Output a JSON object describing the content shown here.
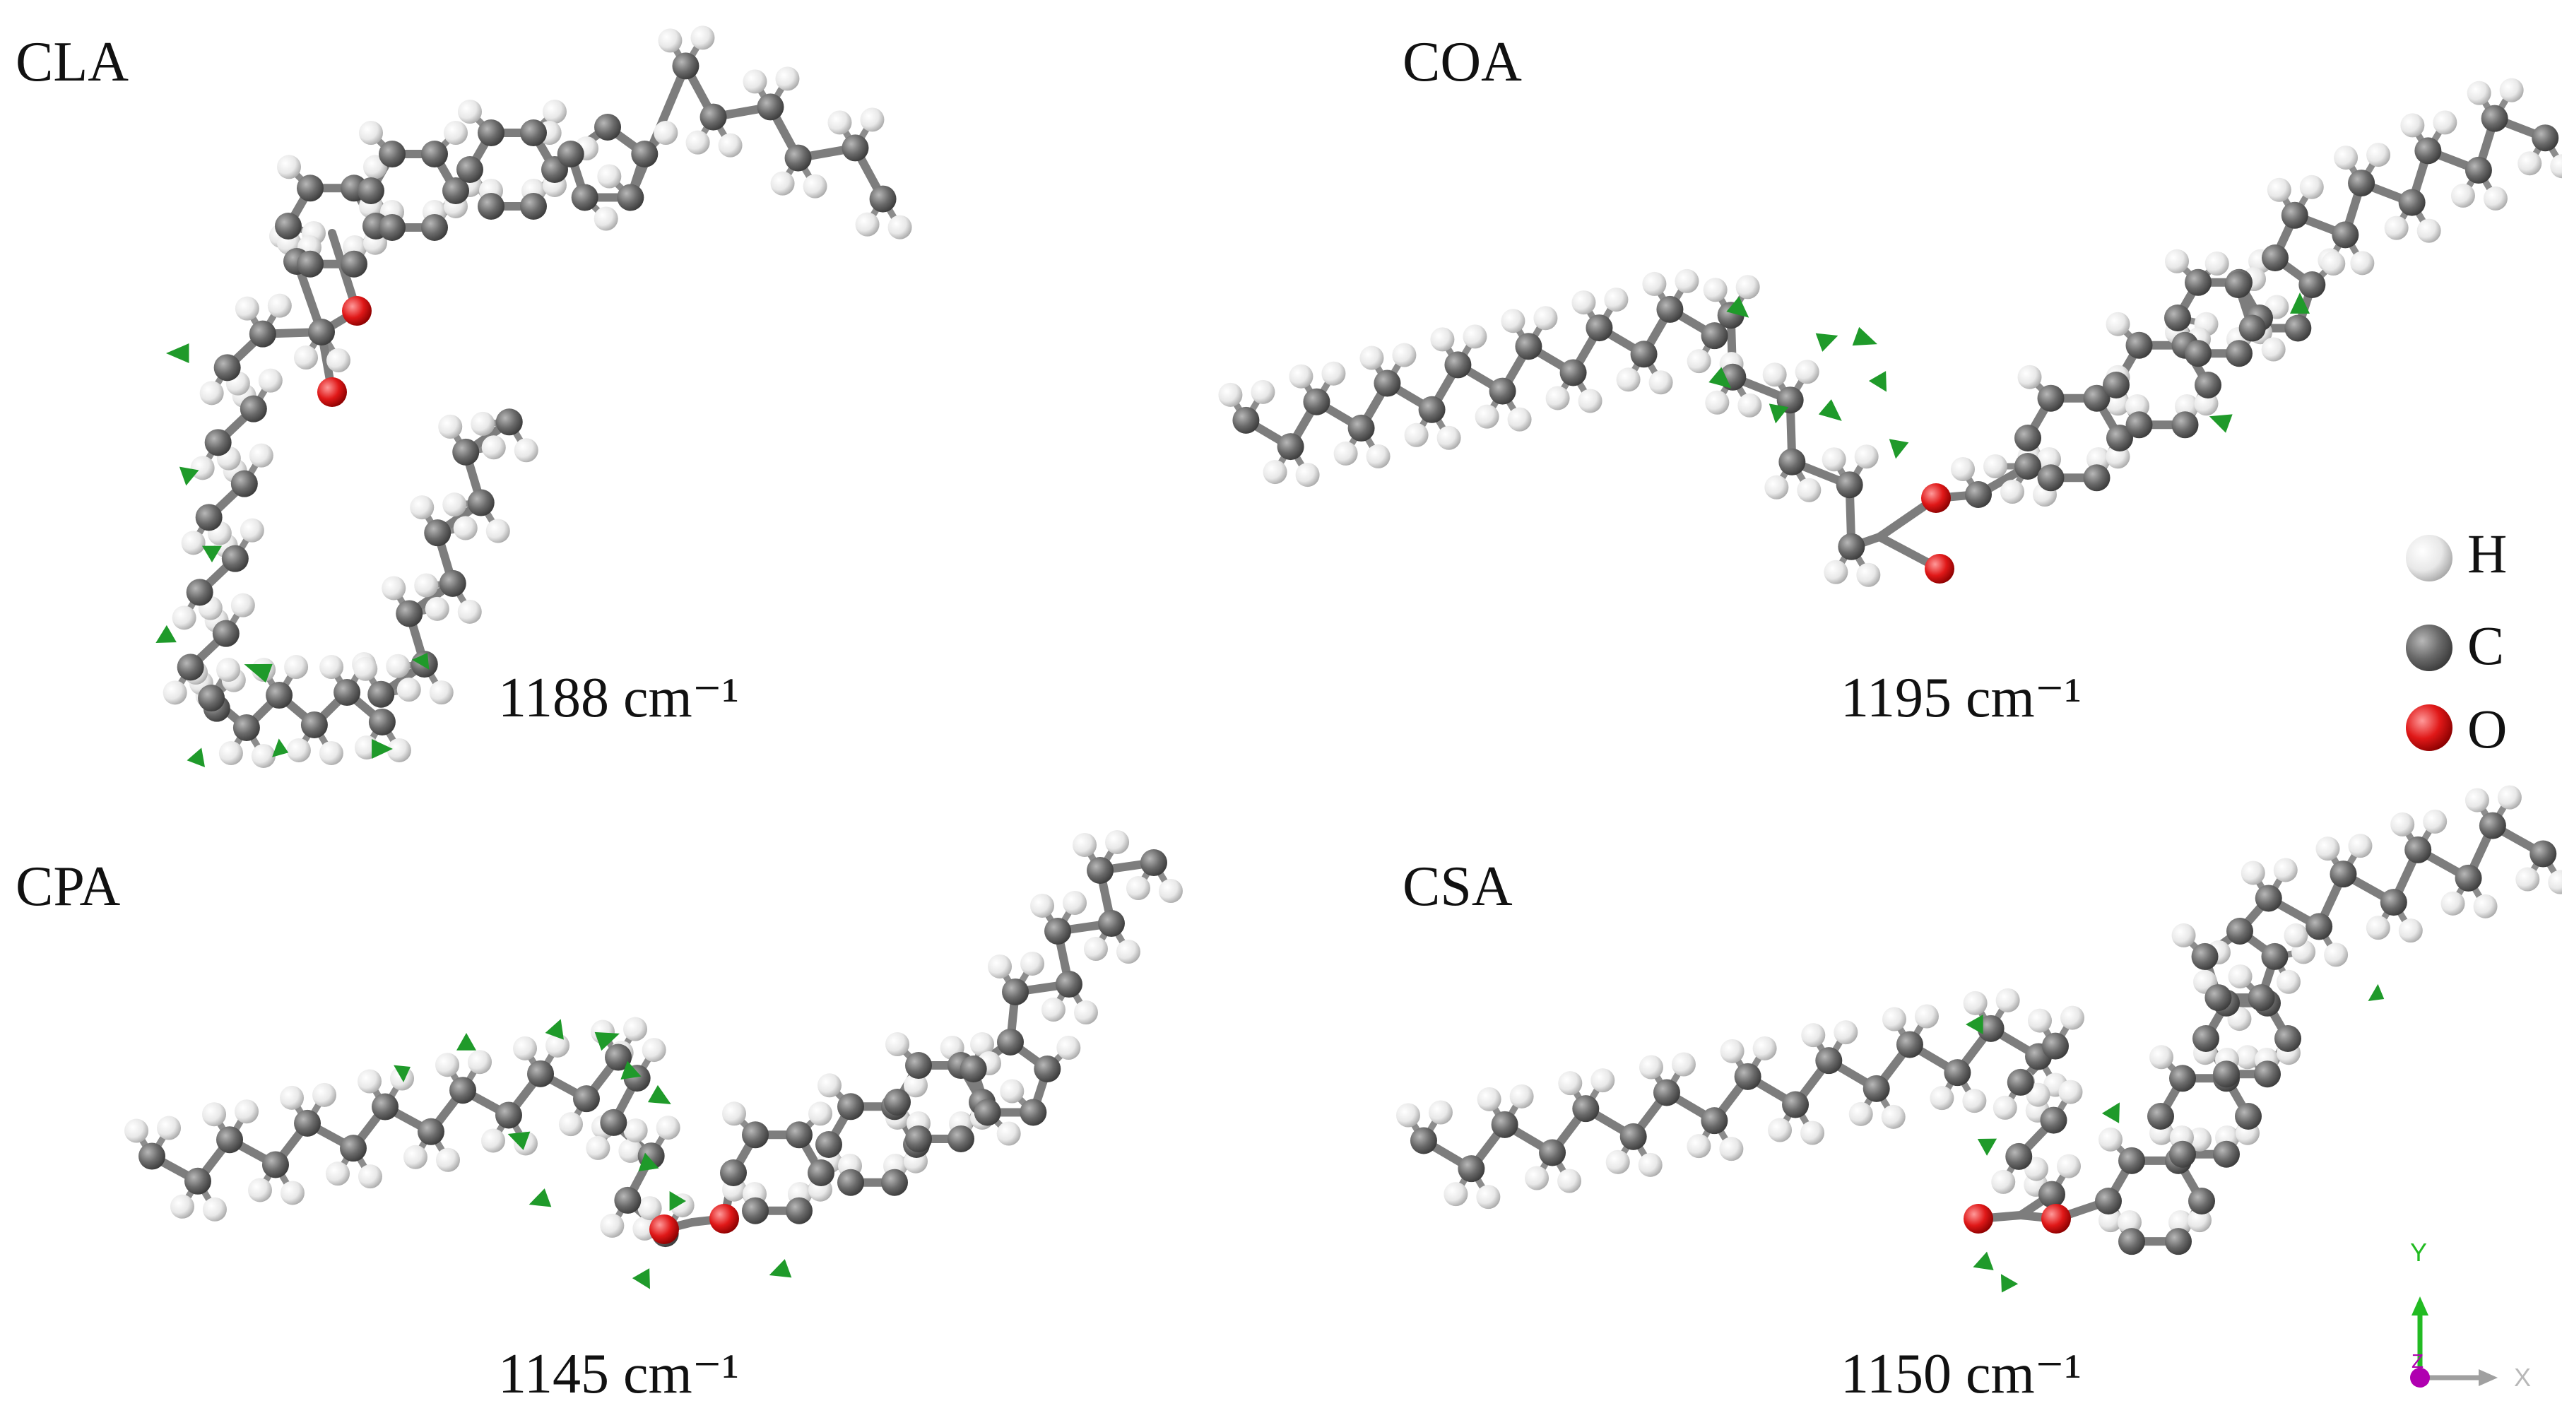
{
  "panels": [
    {
      "name": "CLA",
      "frequency": "1188 cm⁻¹"
    },
    {
      "name": "COA",
      "frequency": "1195 cm⁻¹"
    },
    {
      "name": "CPA",
      "frequency": "1145 cm⁻¹"
    },
    {
      "name": "CSA",
      "frequency": "1150 cm⁻¹"
    }
  ],
  "legend": [
    {
      "symbol": "H",
      "color": "#f2f2f2"
    },
    {
      "symbol": "C",
      "color": "#6e6e6e"
    },
    {
      "symbol": "O",
      "color": "#e01818"
    }
  ],
  "axis_triad": {
    "y": "Y",
    "x": "X",
    "z": "Z"
  },
  "colors": {
    "bond": "#8a8a8a",
    "hydrogen": "#f4f4f4",
    "carbon": "#5f5f5f",
    "oxygen": "#e01818",
    "arrow": "#1f9a2a",
    "triad_y": "#22bb22",
    "triad_z": "#b000b0",
    "triad_x": "#a0a0a0"
  }
}
